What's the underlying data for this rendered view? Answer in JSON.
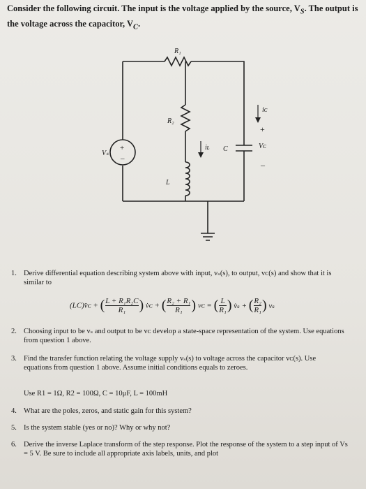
{
  "intro_line1": "Consider the following circuit. The input is the voltage applied by the source, V",
  "intro_vs_sub": "S",
  "intro_line1_end": ". The output is",
  "intro_line2": "the voltage across the capacitor, V",
  "intro_vc_sub": "C",
  "intro_line2_end": ".",
  "circuit": {
    "r1_label": "R₁",
    "r2_label": "R₂",
    "vs_label": "Vₛ",
    "l_label": "L",
    "c_label": "C",
    "il_label": "iʟ",
    "ic_label": "iᴄ",
    "vc_label": "Vᴄ",
    "plus": "+",
    "minus": "–"
  },
  "questions": [
    {
      "num": "1.",
      "text": "Derive differential equation describing system above with input, vₛ(s), to output, vᴄ(s) and show that it is similar to"
    },
    {
      "num": "2.",
      "text": "Choosing input to be vₛ and output to be vᴄ develop a state-space representation of the system. Use equations from question 1 above."
    },
    {
      "num": "3.",
      "text": "Find the transfer function relating the voltage supply vₛ(s) to voltage across the capacitor vᴄ(s). Use equations from question 1 above. Assume initial conditions equals to zeroes."
    },
    {
      "num": "",
      "text": "Use R1 = 1Ω, R2 = 100Ω, C = 10μF, L = 100mH"
    },
    {
      "num": "4.",
      "text": "What are the poles, zeros, and static gain for this system?"
    },
    {
      "num": "5.",
      "text": "Is the system stable (yes or no)? Why or why not?"
    },
    {
      "num": "6.",
      "text": "Derive the inverse Laplace transform of the step response. Plot the response of the system to a step input of Vs = 5 V. Be sure to include all appropriate axis labels, units, and plot"
    }
  ],
  "equation": {
    "lc_term": "(LC)v̈ᴄ +",
    "frac1_num": "L + R₁R₂C",
    "frac1_den": "R₁",
    "after1": "v̇ᴄ +",
    "frac2_num": "R₂ + R₁",
    "frac2_den": "R₁",
    "after2": "vᴄ =",
    "frac3_num": "L",
    "frac3_den": "R₁",
    "after3": "v̇ₛ +",
    "frac4_num": "R₂",
    "frac4_den": "R₁",
    "after4": "vₛ"
  }
}
